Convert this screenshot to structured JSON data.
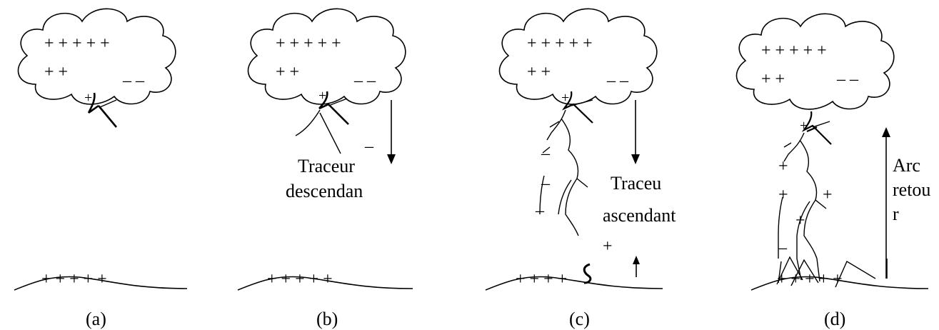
{
  "panels": [
    {
      "caption": "(a)",
      "cloud_row1": "+ + + + +",
      "cloud_row2": "+ +",
      "cloud_neg": "_ _",
      "ground_charges": "+ + + + +"
    },
    {
      "caption": "(b)",
      "cloud_row1": "+ + + + +",
      "cloud_row2": "+ +",
      "cloud_neg": "_ _",
      "ground_charges": "+ + + + +",
      "leader_sign": "–",
      "arrow_label_1": "Traceur",
      "arrow_label_2": "descendan"
    },
    {
      "caption": "(c)",
      "cloud_row1": "+ + + + +",
      "cloud_row2": "+ +",
      "cloud_neg": "_ _",
      "ground_charges": "+ + + +",
      "arrow_label_1": "Traceu",
      "arrow_label_2": "ascendant",
      "up_sign": "+"
    },
    {
      "caption": "(d)",
      "cloud_row1": "+ + + + +",
      "cloud_row2": "+ +",
      "cloud_neg": "– –",
      "ground_charges": "+ + + + +",
      "arrow_label_1": "Arc",
      "arrow_label_2": "retou",
      "arrow_label_3": "r"
    }
  ]
}
